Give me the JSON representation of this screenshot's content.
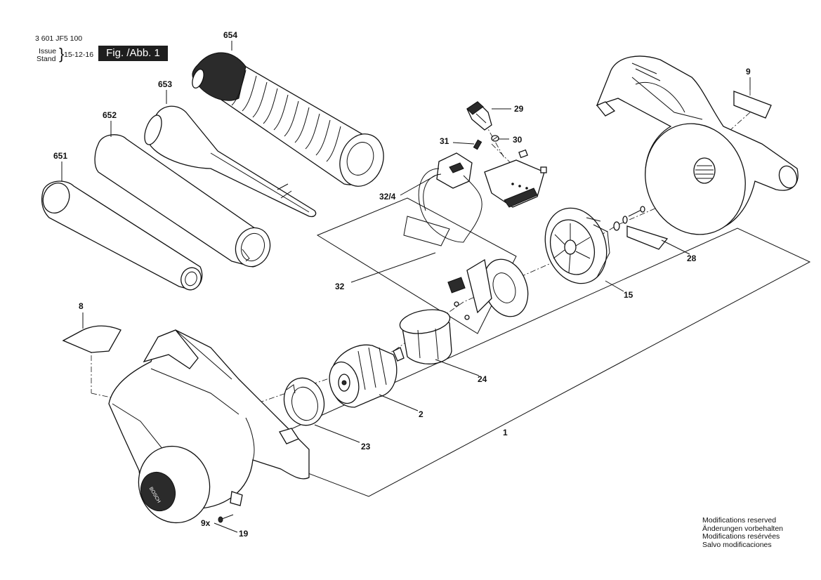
{
  "header": {
    "doc_number": "3 601 JF5 100",
    "issue_label": "Issue",
    "stand_label": "Stand",
    "issue_date": "15-12-16",
    "figure_label": "Fig. /Abb. 1"
  },
  "parts": {
    "p654": "654",
    "p653": "653",
    "p652": "652",
    "p651": "651",
    "p29": "29",
    "p31": "31",
    "p30": "30",
    "p32_4": "32/4",
    "p32": "32",
    "p9": "9",
    "p28": "28",
    "p15": "15",
    "p8": "8",
    "p24": "24",
    "p2": "2",
    "p1": "1",
    "p23": "23",
    "p9x": "9x",
    "p19": "19"
  },
  "footer": {
    "line1": "Modifications reserved",
    "line2": "Änderungen vorbehalten",
    "line3": "Modifications resérvées",
    "line4": "Salvo modificaciones"
  }
}
